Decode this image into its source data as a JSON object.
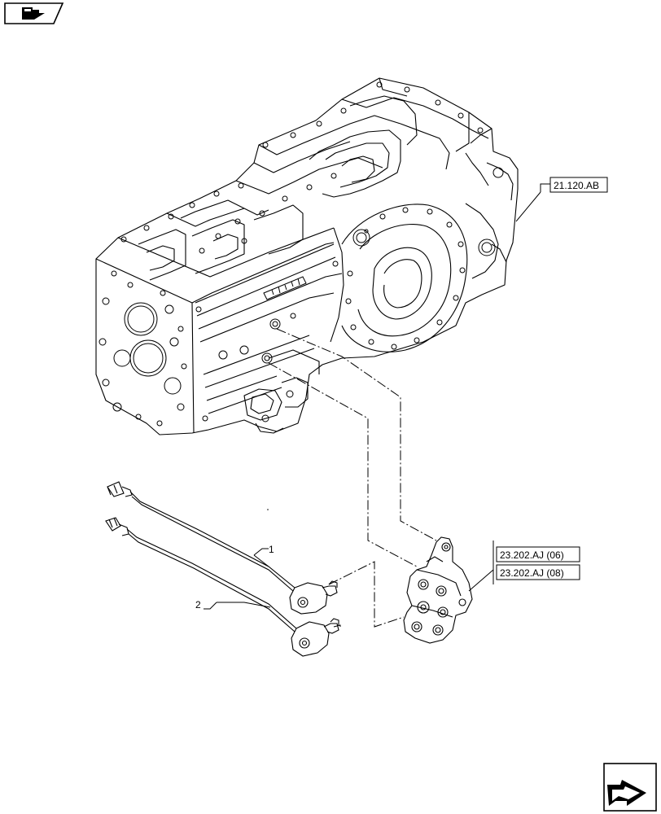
{
  "callouts": {
    "item1": "1",
    "item2": "2",
    "ref_housing": "21.120.AB",
    "ref_valve_a": "23.202.AJ (06)",
    "ref_valve_b": "23.202.AJ (08)"
  },
  "icons": {
    "top_left": "book-arrow-icon",
    "bottom_right": "next-page-arrow-icon"
  }
}
